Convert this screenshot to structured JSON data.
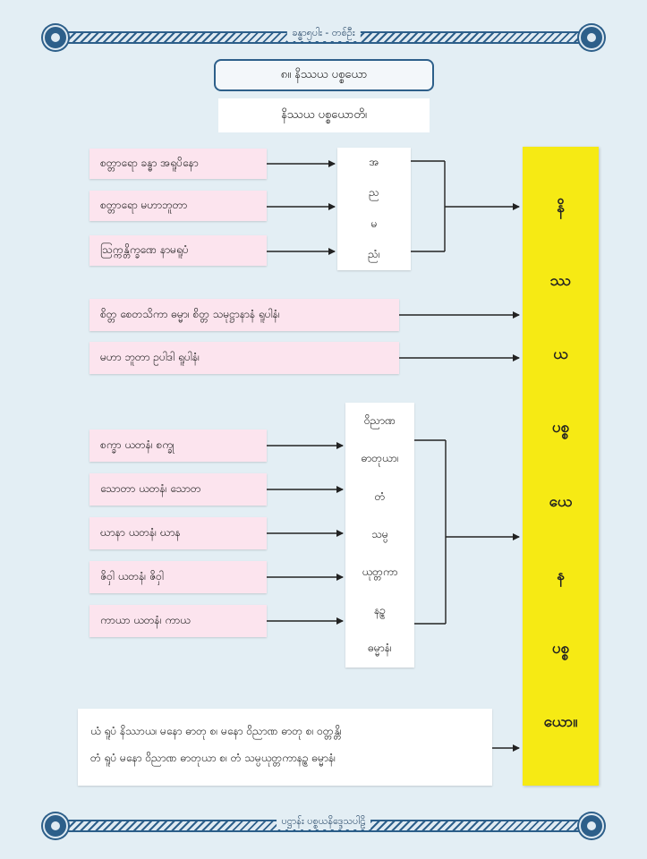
{
  "header": {
    "title": "ခန္ဓာ၅ပါး - တစ်ဦး"
  },
  "footer": {
    "title": "ပဋ္ဌာန်း ပစ္စယနိဒ္ဒေသပါဠိ"
  },
  "heading": "၈။ နိဿယ ပစ္စယော",
  "subheading": "နိဿယ ပစ္စယောတိ၊",
  "group1": {
    "items": [
      "စတ္တာရော ခန္ဓာ အရူပိနော",
      "စတ္တာရော မဟာဘူတာ",
      "သြက္ကန္တိက္ခဏေ နာမရူပံ"
    ],
    "column": [
      "အ",
      "ည",
      "မ",
      "ညံ၊"
    ]
  },
  "group2": {
    "items": [
      "စိတ္တ စေတသိကာ ဓမ္မာ၊ စိတ္တ သမုဋ္ဌာနာနံ ရူပါနံ၊",
      "မဟာ ဘူတာ ဥပါဒါ ရူပါနံ၊"
    ]
  },
  "group3": {
    "items": [
      "စက္ခာ ယတနံ၊ စက္ခု",
      "သောတာ ယတနံ၊ သောတ",
      "ဃာနာ ယတနံ၊ ဃာန",
      "ဇိဝှါ ယတနံ၊ ဇိဝှါ",
      "ကာယာ ယတနံ၊ ကာယ"
    ],
    "column": [
      "ဝိညာဏ",
      "ဓာတုယာ၊",
      "တံ",
      "သမ္ပ",
      "ယုတ္တကာ",
      "နဉ္စ",
      "ဓမ္မာနံ၊"
    ]
  },
  "result": {
    "syllables": [
      "နိ",
      "ဿ",
      "ယ",
      "ပစ္စ",
      "ယေ",
      "န",
      "ပစ္စ",
      "ယော။"
    ]
  },
  "bottom": {
    "line1": "ယံ ရူပံ နိဿာယ၊ မနော ဓာတု စ၊ မနော ဝိညာဏ ဓာတု စ၊ ဝတ္တန္တိ၊",
    "line2": "တံ ရူပံ မနော ဝိညာဏ ဓာတုယာ စ၊ တံ သမ္ပယုတ္တကာနဉ္စ ဓမ္မာနံ၊"
  },
  "colors": {
    "page": "#e3eef4",
    "pink": "#fce4ee",
    "yellow": "#f6ea14",
    "border": "#2d5f8a"
  }
}
